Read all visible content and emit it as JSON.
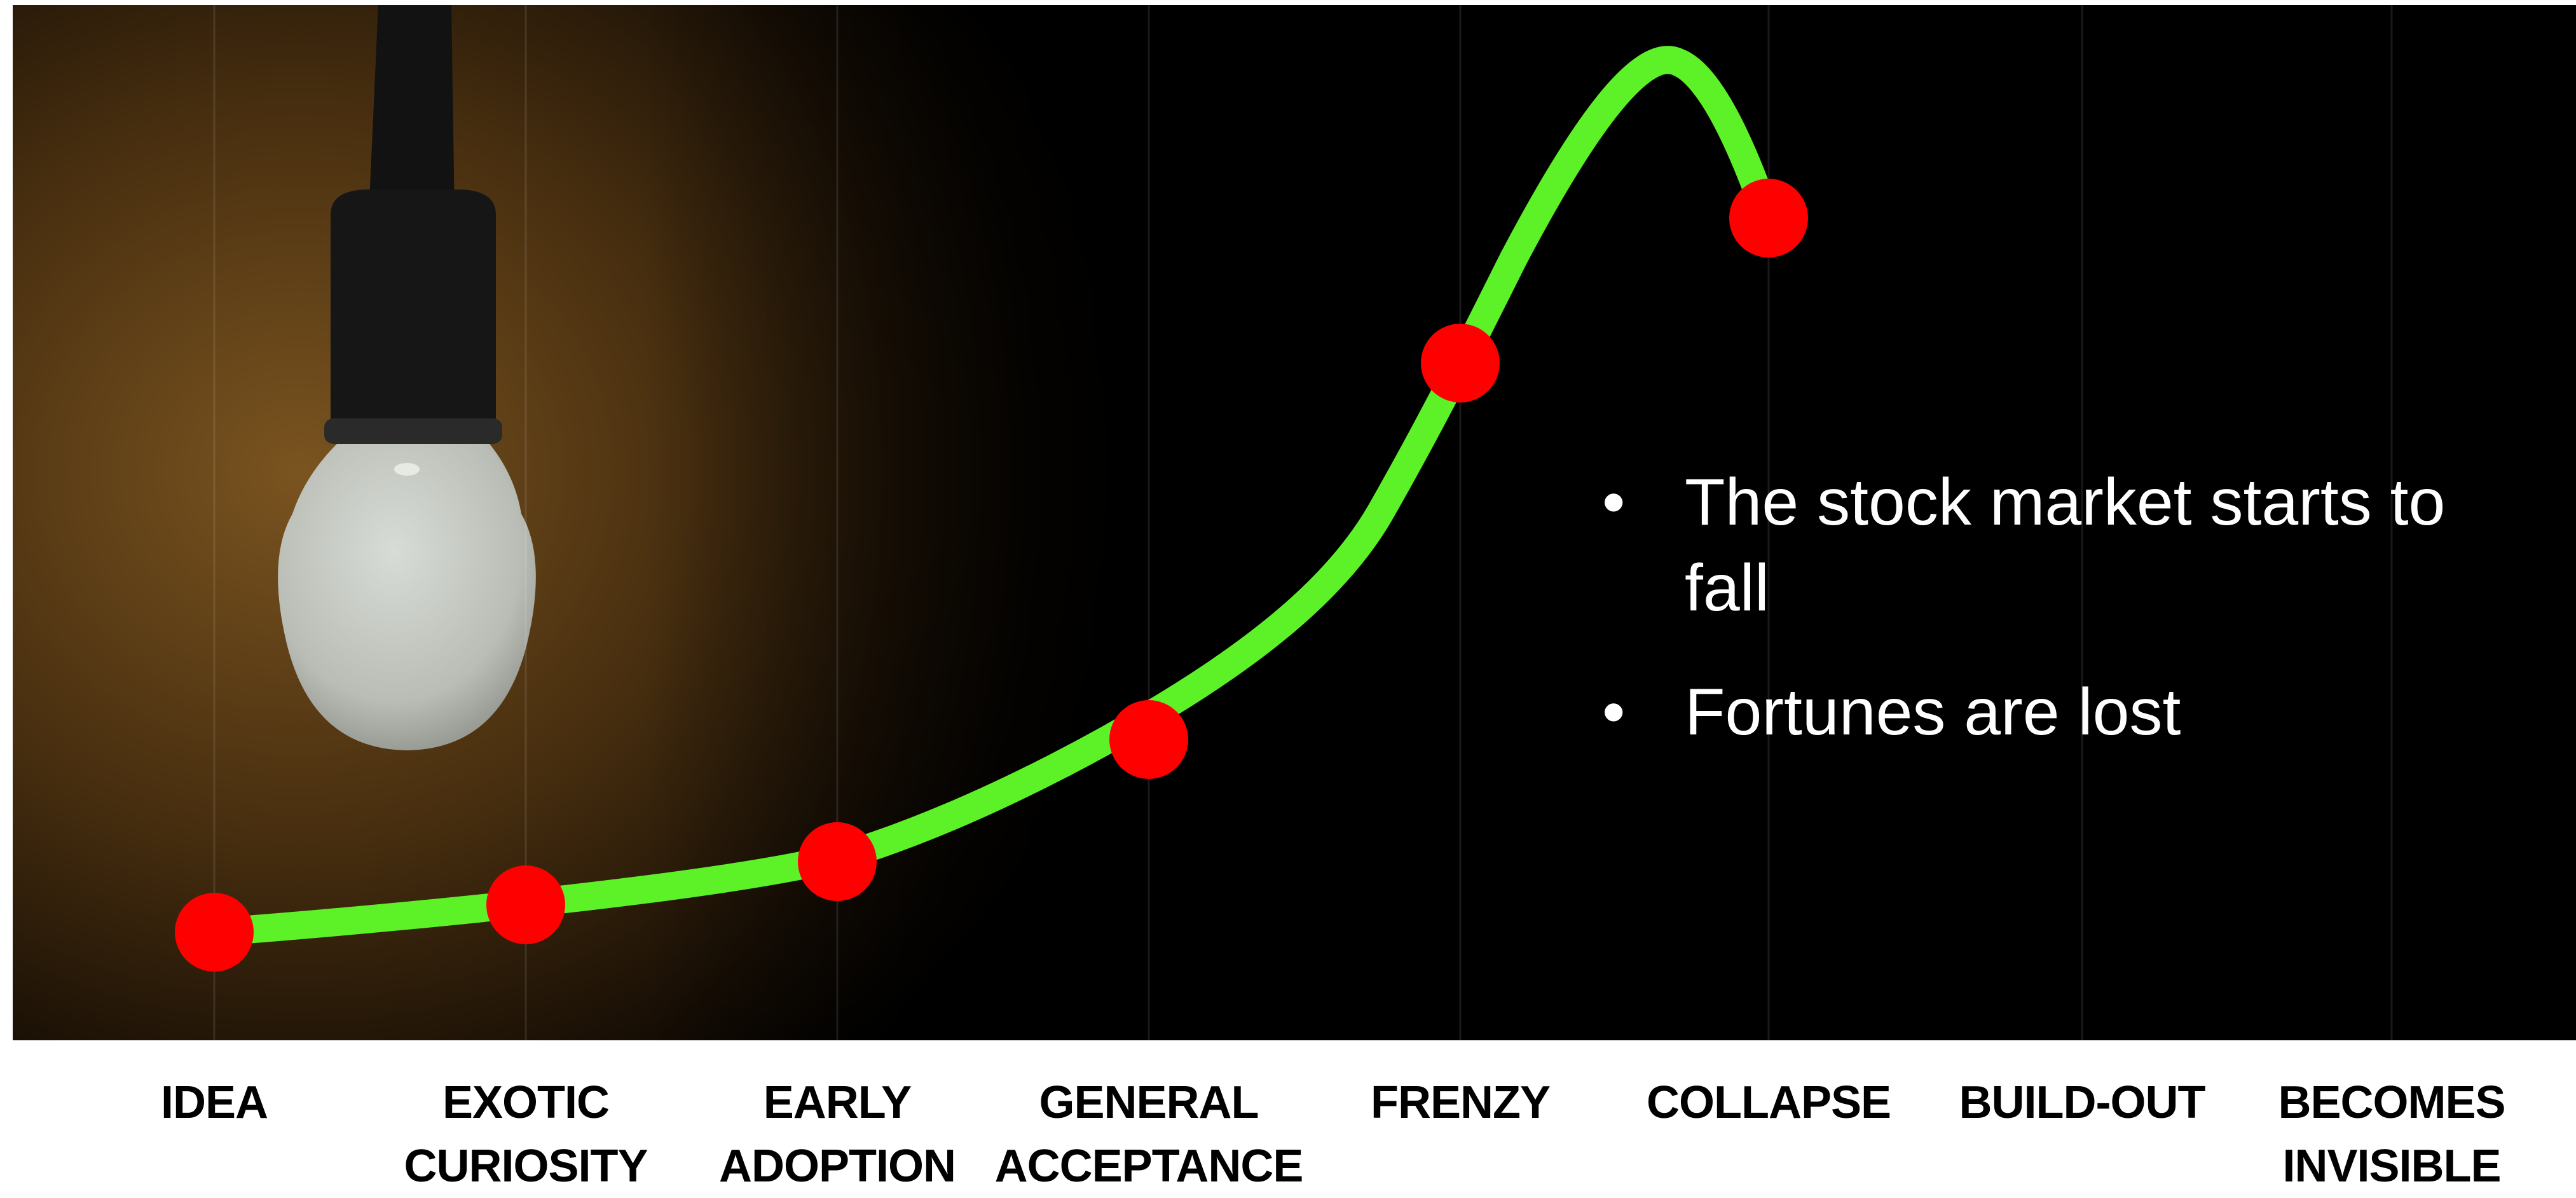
{
  "stages": [
    {
      "label": "IDEA"
    },
    {
      "label": "EXOTIC\nCURIOSITY"
    },
    {
      "label": "EARLY\nADOPTION"
    },
    {
      "label": "GENERAL\nACCEPTANCE"
    },
    {
      "label": "FRENZY"
    },
    {
      "label": "COLLAPSE"
    },
    {
      "label": "BUILD-OUT"
    },
    {
      "label": "BECOMES\nINVISIBLE"
    }
  ],
  "bullets": [
    "The stock market starts to fall",
    "Fortunes are lost"
  ],
  "bullet_glyph": "•",
  "colors": {
    "curve": "#5cf227",
    "marker": "#ff0000",
    "background": "#000000",
    "bullet_text": "#ffffff",
    "label_text": "#000000",
    "wall": "#6b4a1c"
  },
  "illustration": "light-bulb-icon"
}
